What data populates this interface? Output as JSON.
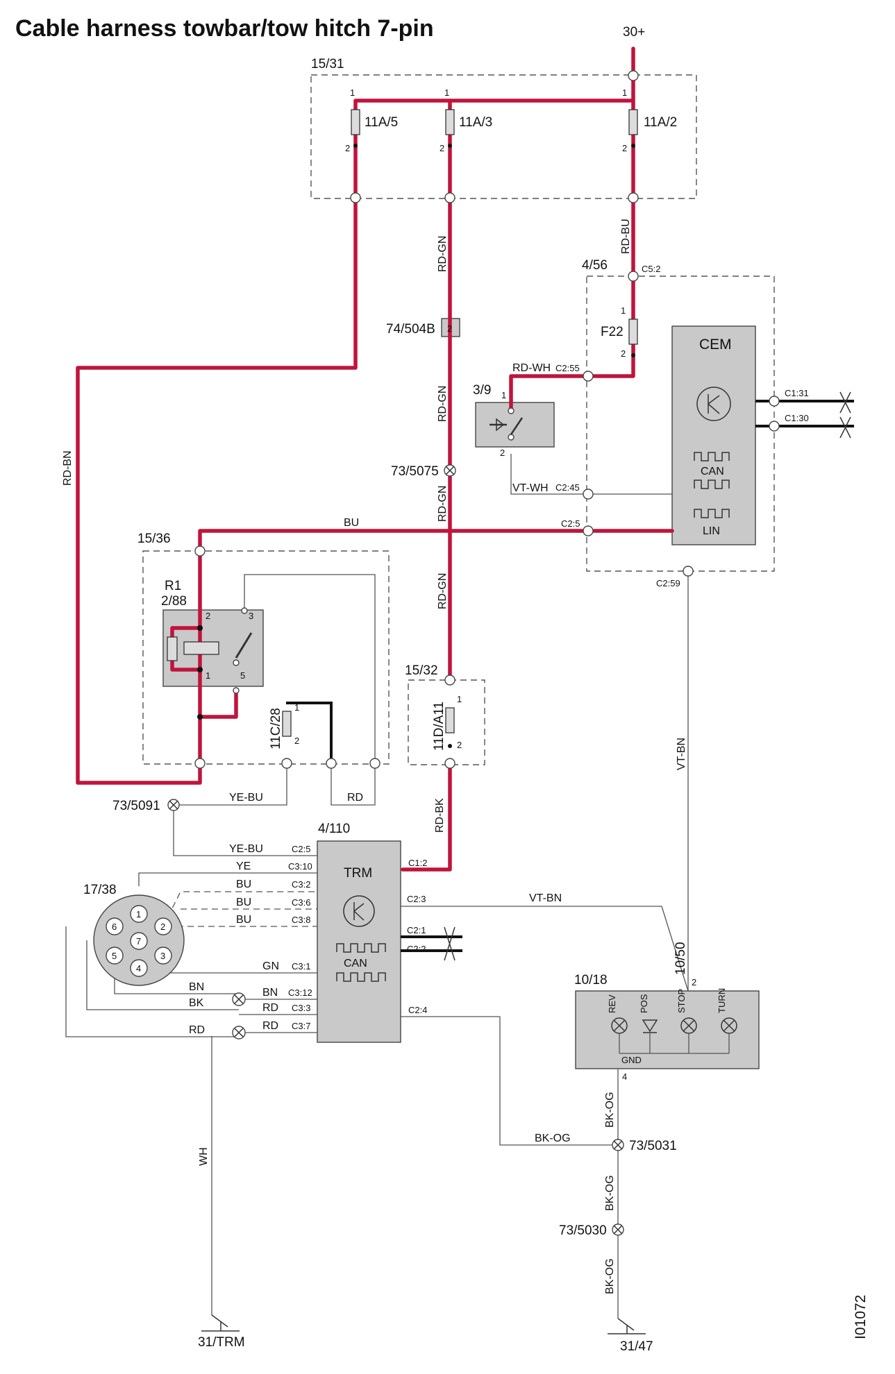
{
  "title": "Cable harness towbar/tow hitch 7-pin",
  "figure_id": "I01072",
  "supply": "30+",
  "components": {
    "fusebox_main": "15/31",
    "fuse_a": "11A/5",
    "fuse_b": "11A/3",
    "fuse_c": "11A/2",
    "cem_box": "4/56",
    "cem": "CEM",
    "fuse_f22": "F22",
    "connector_74": "74/504B",
    "connector_74_pin": "2",
    "switch": "3/9",
    "splice_5075": "73/5075",
    "relay_box": "15/36",
    "relay": "R1",
    "relay_id": "2/88",
    "fuse_11c": "11C/28",
    "fuse_11d_box": "15/32",
    "fuse_11d": "11D/A11",
    "splice_5091": "73/5091",
    "trm_box": "4/110",
    "trm": "TRM",
    "socket": "17/38",
    "lamp_box": "10/18",
    "lamp_conn": "10/50",
    "splice_5031": "73/5031",
    "splice_5030": "73/5030",
    "ground_trm": "31/TRM",
    "ground_47": "31/47",
    "can": "CAN",
    "lin": "LIN",
    "gnd": "GND"
  },
  "wires": {
    "rd_bn": "RD-BN",
    "rd_gn": "RD-GN",
    "rd_bu": "RD-BU",
    "rd_wh": "RD-WH",
    "vt_wh": "VT-WH",
    "bu": "BU",
    "vt_bn": "VT-BN",
    "ye_bu": "YE-BU",
    "ye": "YE",
    "rd": "RD",
    "rd_bk": "RD-BK",
    "gn": "GN",
    "bn": "BN",
    "bk": "BK",
    "wh": "WH",
    "bk_og": "BK-OG"
  },
  "connectors": {
    "c5_2": "C5:2",
    "c2_55": "C2:55",
    "c2_45": "C2:45",
    "c2_5": "C2:5",
    "c2_59": "C2:59",
    "c1_31": "C1:31",
    "c1_30": "C1:30",
    "c1_2": "C1:2",
    "c2_3": "C2:3",
    "c2_1": "C2:1",
    "c2_2": "C2:2",
    "c2_4": "C2:4",
    "c2_5t": "C2:5",
    "c3_10": "C3:10",
    "c3_2": "C3:2",
    "c3_6": "C3:6",
    "c3_8": "C3:8",
    "c3_1": "C3:1",
    "c3_12": "C3:12",
    "c3_3": "C3:3",
    "c3_7": "C3:7"
  },
  "pins": {
    "p1": "1",
    "p2": "2",
    "p3": "3",
    "p4": "4",
    "p5": "5",
    "p6": "6",
    "p7": "7"
  },
  "lamps": {
    "rev": "REV",
    "pos": "POS",
    "stop": "STOP",
    "turn": "TURN"
  }
}
